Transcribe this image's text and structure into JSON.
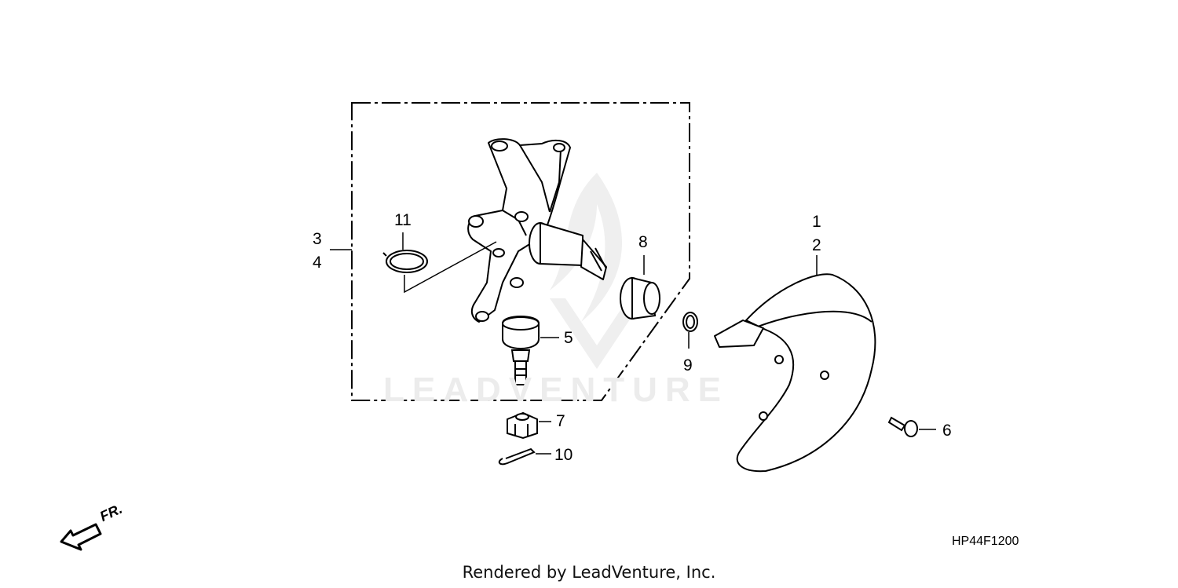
{
  "diagram": {
    "watermark": "LEADVENTURE",
    "callouts": {
      "c1": "1",
      "c2": "2",
      "c3": "3",
      "c4": "4",
      "c5": "5",
      "c6": "6",
      "c7": "7",
      "c8": "8",
      "c9": "9",
      "c10": "10",
      "c11": "11"
    },
    "front_indicator": "FR.",
    "diagram_code": "HP44F1200"
  },
  "footer": {
    "credit": "Rendered by LeadVenture, Inc."
  }
}
